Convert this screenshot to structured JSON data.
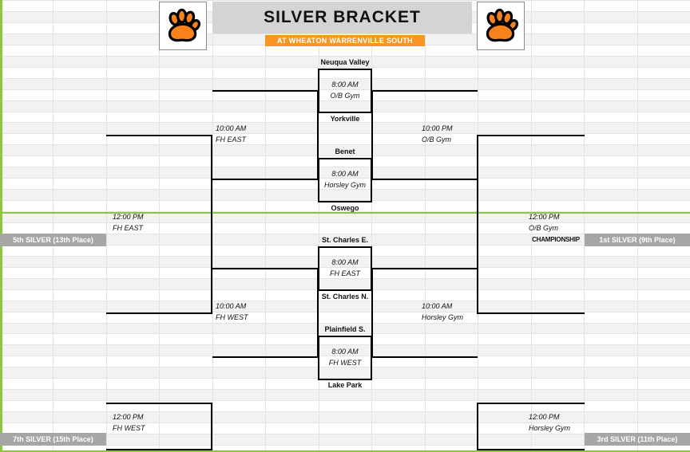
{
  "header": {
    "title": "SILVER BRACKET",
    "subtitle": "AT WHEATON WARRENVILLE SOUTH",
    "logo_left": "paw-logo",
    "logo_right": "paw-logo",
    "title_bg": "#d4d4d4",
    "subtitle_bg": "#f79620"
  },
  "colors": {
    "accent_orange": "#f79620",
    "banner_gray": "#a6a6a6",
    "title_gray": "#d4d4d4",
    "sheet_green": "#8ec63f",
    "bracket_line": "#000000"
  },
  "round1": [
    {
      "top_team": "Neuqua Valley",
      "bottom_team": "Yorkville",
      "time": "8:00 AM",
      "venue": "O/B Gym"
    },
    {
      "top_team": "Benet",
      "bottom_team": "Oswego",
      "time": "8:00 AM",
      "venue": "Horsley Gym"
    },
    {
      "top_team": "St. Charles E.",
      "bottom_team": "St. Charles N.",
      "time": "8:00 AM",
      "venue": "FH EAST"
    },
    {
      "top_team": "Plainfield S.",
      "bottom_team": "Lake Park",
      "time": "8:00 AM",
      "venue": "FH WEST"
    }
  ],
  "losers_round": [
    {
      "time": "10:00 AM",
      "venue": "FH EAST"
    },
    {
      "time": "10:00 AM",
      "venue": "FH WEST"
    }
  ],
  "semifinals": [
    {
      "time": "10:00 PM",
      "venue": "O/B Gym"
    },
    {
      "time": "10:00 AM",
      "venue": "Horsley Gym"
    }
  ],
  "championship": {
    "time": "12:00 PM",
    "venue": "O/B Gym",
    "label": "CHAMPIONSHIP"
  },
  "consolation": [
    {
      "time": "12:00 PM",
      "venue": "FH EAST"
    },
    {
      "time": "12:00 PM",
      "venue": "FH WEST"
    },
    {
      "time": "12:00 PM",
      "venue": "Horsley Gym"
    }
  ],
  "placements": {
    "fifth": "5th SILVER (13th Place)",
    "first": "1st SILVER (9th Place)",
    "seventh": "7th SILVER (15th Place)",
    "third": "3rd SILVER (11th Place)"
  }
}
